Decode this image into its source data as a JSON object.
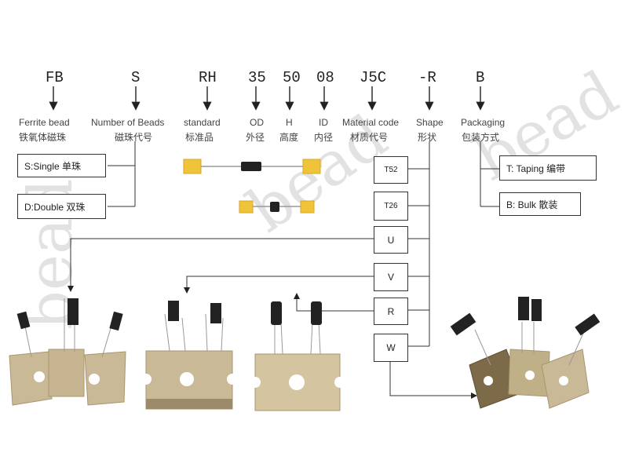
{
  "codes": [
    "FB",
    "S",
    "RH",
    "35",
    "50",
    "08",
    "J5C",
    "-R",
    "B"
  ],
  "labels": [
    {
      "en": "Ferrite bead",
      "cn": "铁氧体磁珠"
    },
    {
      "en": "Number of Beads",
      "cn": "磁珠代号"
    },
    {
      "en": "standard",
      "cn": "标准品"
    },
    {
      "en": "OD",
      "cn": "外径"
    },
    {
      "en": "H",
      "cn": "高度"
    },
    {
      "en": "ID",
      "cn": "内径"
    },
    {
      "en": "Material code",
      "cn": "材质代号"
    },
    {
      "en": "Shape",
      "cn": "形状"
    },
    {
      "en": "Packaging",
      "cn": "包装方式"
    }
  ],
  "bead_options": [
    "S:Single 单珠",
    "D:Double 双珠"
  ],
  "packaging_options": [
    "T: Taping 编带",
    "B: Bulk 散装"
  ],
  "shape_options": [
    "T52",
    "T26",
    "U",
    "V",
    "R",
    "W"
  ],
  "watermark": "bead",
  "colors": {
    "line": "#333333",
    "tape": "#f0c43a",
    "ferrite": "#222222",
    "card": "#c8b894",
    "watermark": "#d9d9d9"
  }
}
